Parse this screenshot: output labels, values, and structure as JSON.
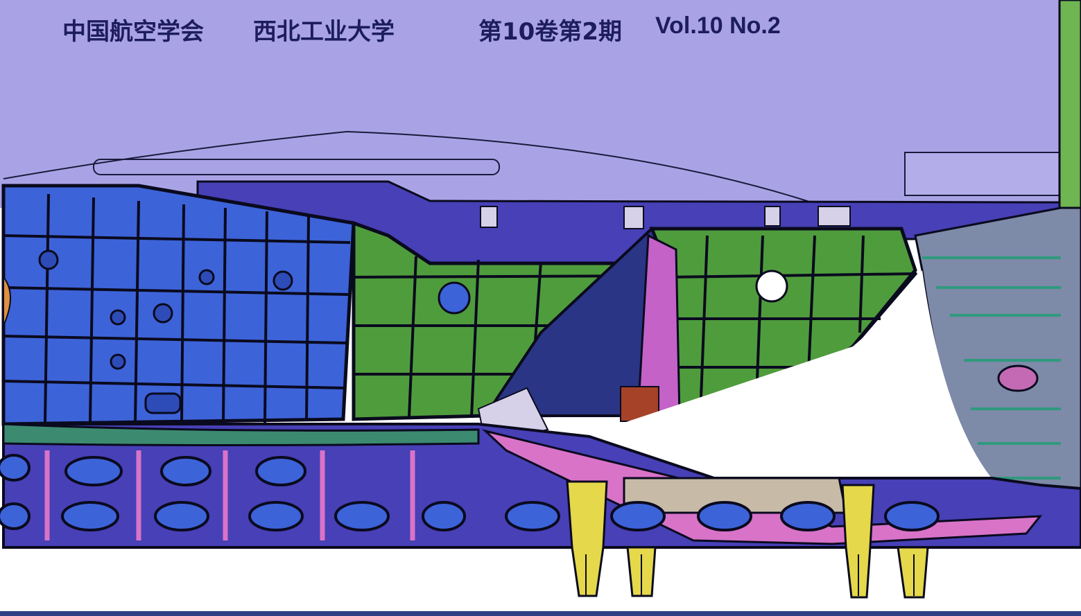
{
  "header": {
    "org1": "中国航空学会",
    "org2": "西北工业大学",
    "issue": "第10卷第2期",
    "volume": "Vol.10  No.2"
  },
  "colors": {
    "sky": "#a9a3e6",
    "header_text": "#1c1c5e",
    "panel_blue": "#3d63d9",
    "panel_green": "#4f9c3c",
    "structure_navy": "#4740b6",
    "accent_magenta": "#d060c0",
    "accent_yellow": "#e5d84a",
    "frame_dark": "#0a0a1e",
    "bottom_rule": "#2e3f86"
  },
  "illustration": {
    "subject": "aircraft-fuselage-cad-structure"
  }
}
